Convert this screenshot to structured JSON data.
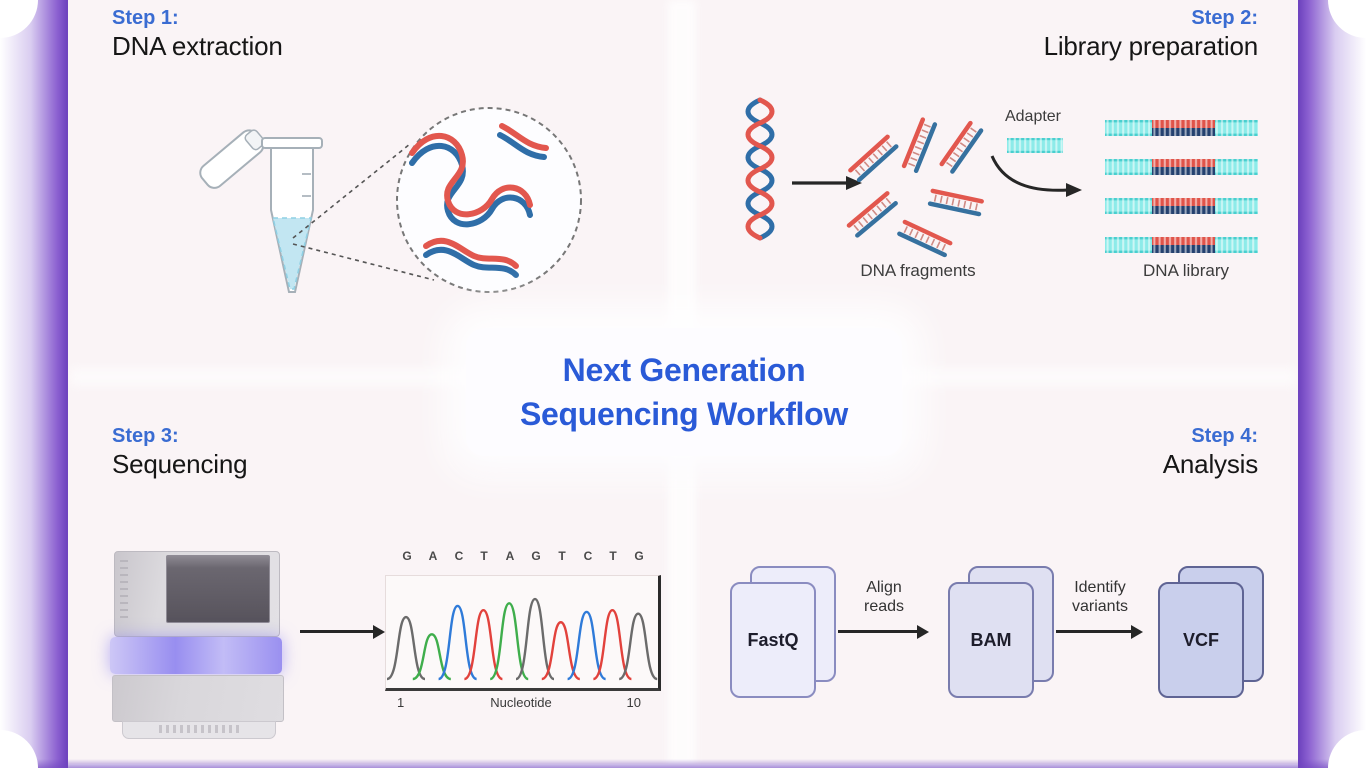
{
  "title_card": {
    "line1": "Next Generation",
    "line2": "Sequencing Workflow"
  },
  "steps": {
    "step1": {
      "label": "Step 1:",
      "title": "DNA extraction"
    },
    "step2": {
      "label": "Step 2:",
      "title": "Library preparation",
      "adapter": "Adapter",
      "fragments_caption": "DNA fragments",
      "library_caption": "DNA library"
    },
    "step3": {
      "label": "Step 3:",
      "title": "Sequencing",
      "chromatogram": {
        "sequence": [
          "G",
          "A",
          "C",
          "T",
          "A",
          "G",
          "T",
          "C",
          "T",
          "G"
        ],
        "peak_heights": [
          0.72,
          0.52,
          0.85,
          0.8,
          0.88,
          0.93,
          0.66,
          0.78,
          0.8,
          0.76
        ],
        "base_colors": {
          "G": "#6b6b6b",
          "A": "#3fae4c",
          "C": "#2f7bd9",
          "T": "#e2423c"
        },
        "x_first": "1",
        "xlabel": "Nucleotide",
        "x_last": "10"
      }
    },
    "step4": {
      "label": "Step 4:",
      "title": "Analysis",
      "files": [
        {
          "name": "FastQ"
        },
        {
          "name": "BAM"
        },
        {
          "name": "VCF"
        }
      ],
      "arrows": [
        {
          "line1": "Align",
          "line2": "reads"
        },
        {
          "line1": "Identify",
          "line2": "variants"
        }
      ]
    }
  },
  "colors": {
    "accent_blue": "#2a5ad7",
    "step_label_blue": "#3a6cd2",
    "frame_purple": "#7a4fc6",
    "dna_red": "#e2574e",
    "dna_blue": "#2f6ea8",
    "adapter_cyan": "#49cfcf"
  }
}
